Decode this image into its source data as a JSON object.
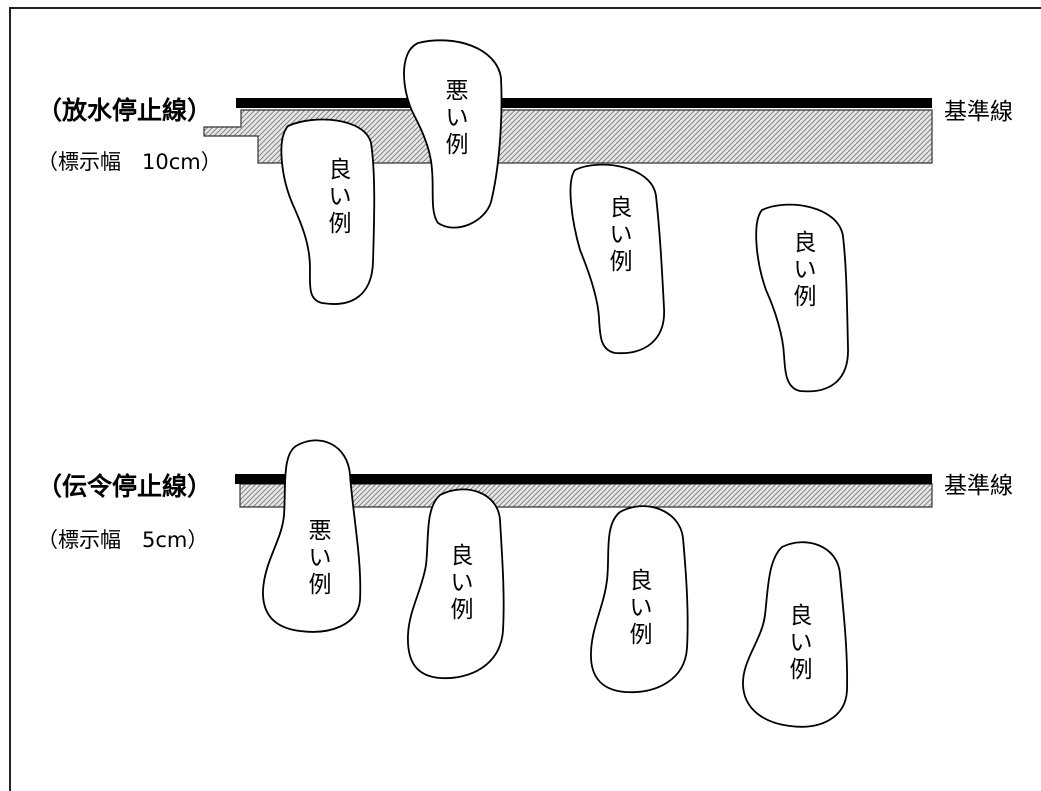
{
  "sections": [
    {
      "title": "（放水停止線）",
      "width_note": "（標示幅　10cm）",
      "reference_label": "基準線",
      "examples": [
        {
          "lines": [
            "悪",
            "い",
            "例"
          ]
        },
        {
          "lines": [
            "良",
            "い",
            "例"
          ]
        },
        {
          "lines": [
            "良",
            "い",
            "例"
          ]
        },
        {
          "lines": [
            "良",
            "い",
            "例"
          ]
        }
      ]
    },
    {
      "title": "（伝令停止線）",
      "width_note": "（標示幅　5cm）",
      "reference_label": "基準線",
      "examples": [
        {
          "lines": [
            "悪",
            "い",
            "例"
          ]
        },
        {
          "lines": [
            "良",
            "い",
            "例"
          ]
        },
        {
          "lines": [
            "良",
            "い",
            "例"
          ]
        },
        {
          "lines": [
            "良",
            "い",
            "例"
          ]
        }
      ]
    }
  ]
}
